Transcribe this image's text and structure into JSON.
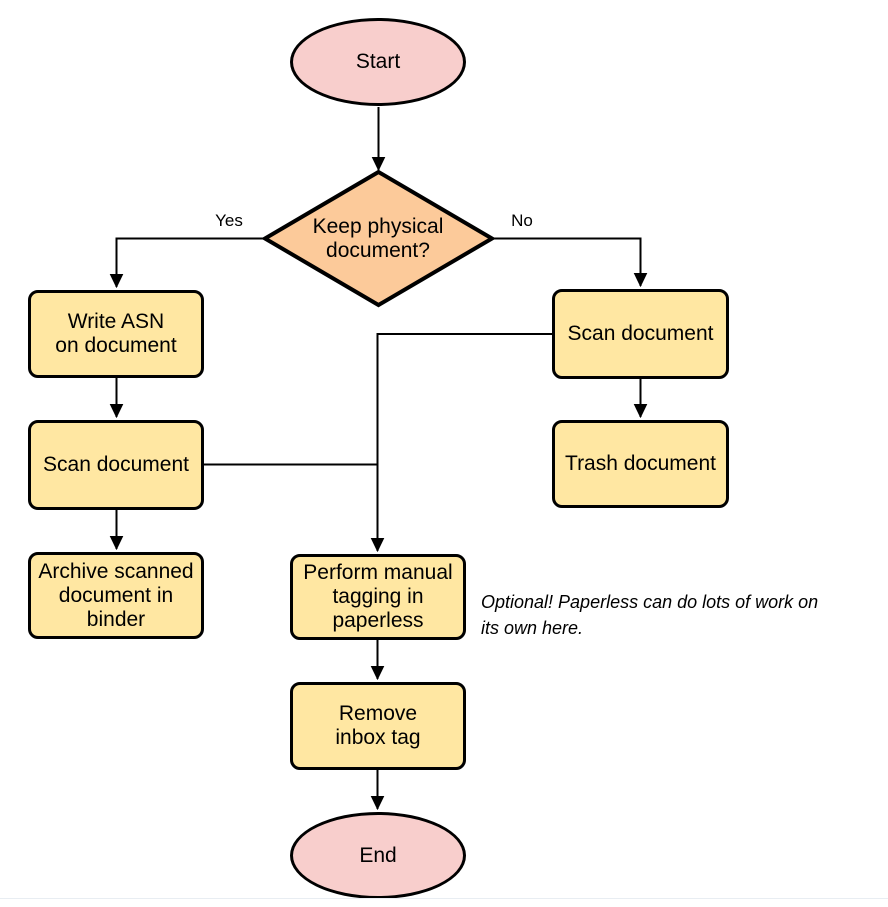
{
  "colors": {
    "terminal_fill": "#F8CECC",
    "decision_fill": "#FCCA9A",
    "process_fill": "#FFE7A2",
    "stroke": "#000000",
    "text": "#000000"
  },
  "nodes": {
    "start": {
      "type": "terminal",
      "label": "Start"
    },
    "decision": {
      "type": "decision",
      "lines": [
        "Keep physical",
        "document?"
      ]
    },
    "write_asn": {
      "type": "process",
      "lines": [
        "Write ASN",
        "on document"
      ]
    },
    "scan_left": {
      "type": "process",
      "lines": [
        "Scan document"
      ]
    },
    "archive": {
      "type": "process",
      "lines": [
        "Archive scanned",
        "document in",
        "binder"
      ]
    },
    "scan_right": {
      "type": "process",
      "lines": [
        "Scan document"
      ]
    },
    "trash": {
      "type": "process",
      "lines": [
        "Trash document"
      ]
    },
    "perform_tagging": {
      "type": "process",
      "lines": [
        "Perform manual",
        "tagging in",
        "paperless"
      ]
    },
    "remove_inbox": {
      "type": "process",
      "lines": [
        "Remove",
        "inbox tag"
      ]
    },
    "end": {
      "type": "terminal",
      "label": "End"
    }
  },
  "edge_labels": {
    "yes": "Yes",
    "no": "No"
  },
  "annotation": {
    "lines": [
      "Optional! Paperless can do lots of work on",
      "its own here."
    ]
  }
}
